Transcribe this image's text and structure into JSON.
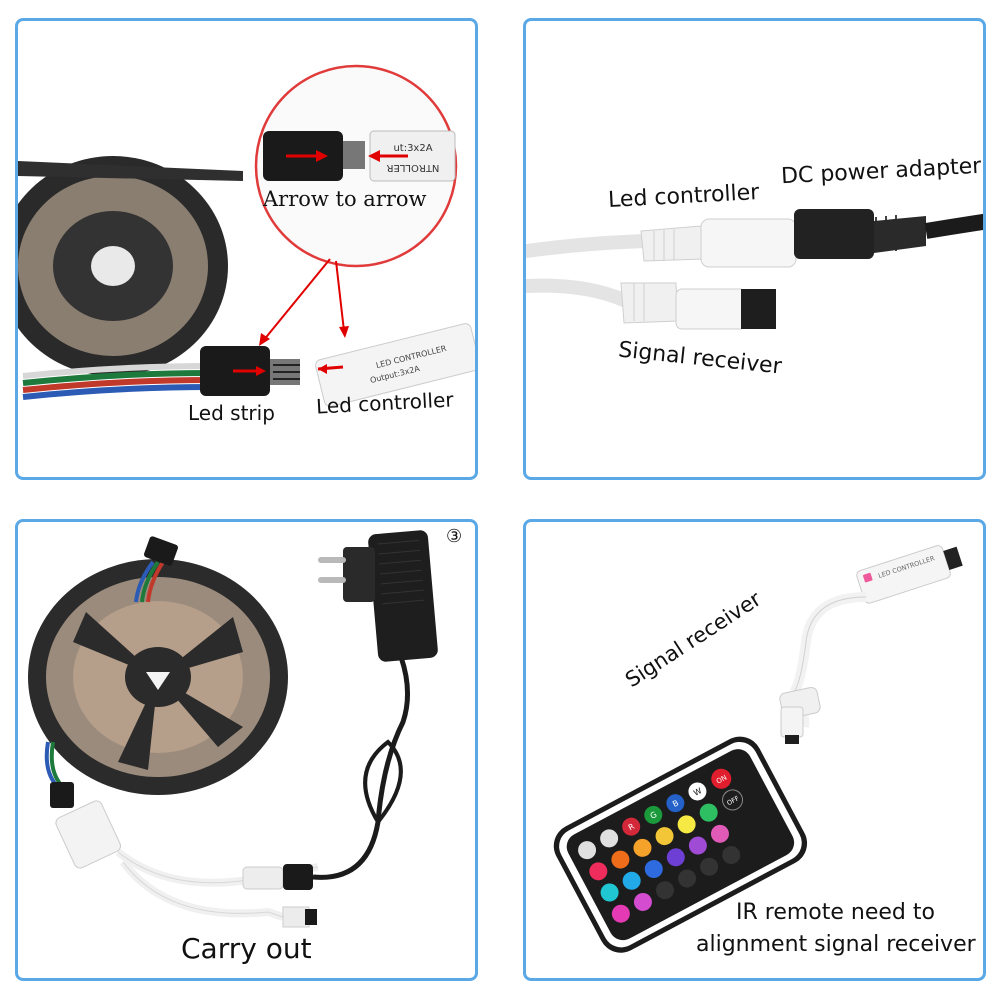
{
  "panel1": {
    "zoom_label": "Arrow to arrow",
    "led_strip": "Led strip",
    "led_controller": "Led controller",
    "controller_print": "LED CONTROLLER",
    "output_print": "Output:3x2A",
    "zoom_output_print": "ut:3x2A",
    "zoom_controller_print": "NTROLLER"
  },
  "panel2": {
    "led_controller": "Led controller",
    "dc_power_adapter": "DC power adapter",
    "signal_receiver": "Signal receiver"
  },
  "panel3": {
    "carry_out": "Carry out",
    "number_marker": "③"
  },
  "panel4": {
    "signal_receiver": "Signal receiver",
    "ir_line1": "IR remote need to",
    "ir_line2": "alignment signal receiver",
    "remote_buttons": {
      "r": "R",
      "g": "G",
      "b": "B",
      "w": "W",
      "off": "OFF",
      "on": "ON"
    },
    "controller_print": "LED CONTROLLER"
  }
}
